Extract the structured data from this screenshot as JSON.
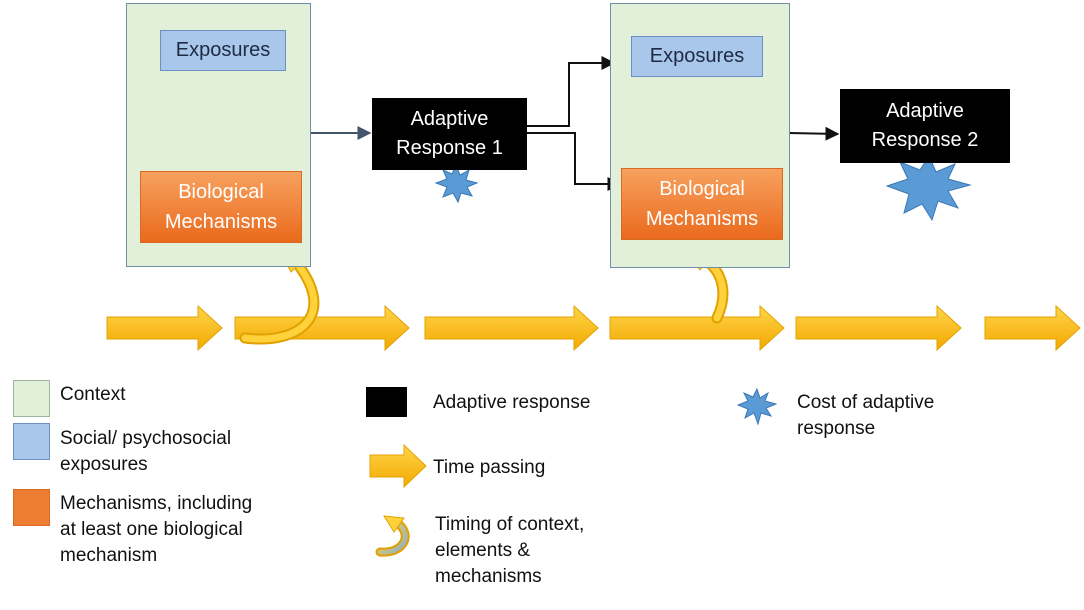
{
  "boxes": {
    "exposures_1": "Exposures",
    "mechanisms_1": "Biological\nMechanisms",
    "adaptive_1": "Adaptive\nResponse 1",
    "exposures_2": "Exposures",
    "mechanisms_2": "Biological\nMechanisms",
    "adaptive_2": "Adaptive\nResponse 2"
  },
  "legend": {
    "context": "Context",
    "exposures": "Social/ psychosocial\nexposures",
    "mechanisms": "Mechanisms, including\nat least one biological\nmechanism",
    "adaptive_response": "Adaptive response",
    "time_passing": "Time passing",
    "timing": "Timing of context,\nelements &\nmechanisms",
    "cost": "Cost of adaptive\nresponse"
  },
  "colors": {
    "context": "#e2efd9",
    "exposures": "#a9c6eb",
    "mechanisms": "#ed7d31",
    "adaptive": "#000000",
    "time_arrow": "#ffc000",
    "cost_star": "#5b9bd5",
    "connector": "#44546a"
  },
  "icons": [
    "time-arrow-icon",
    "curved-arrow-icon",
    "cost-star-icon"
  ]
}
